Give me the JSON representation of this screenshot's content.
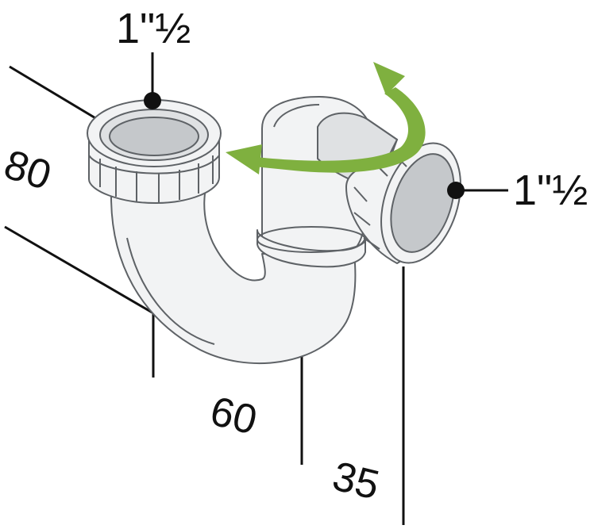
{
  "diagram": {
    "labels": {
      "top_connection": "1\"½",
      "side_connection": "1\"½",
      "dim_height": "80",
      "dim_width": "60",
      "dim_depth": "35"
    },
    "colors": {
      "pipe_body": "#f2f3f4",
      "pipe_outline": "#5e6266",
      "pipe_inner": "#c5c8cb",
      "rotation_arrow": "#7fb03f",
      "dimension_lines": "#111111"
    },
    "icons": {
      "rotation": "rotation-arrow-icon",
      "connection_marker": "connection-dot-icon"
    }
  }
}
